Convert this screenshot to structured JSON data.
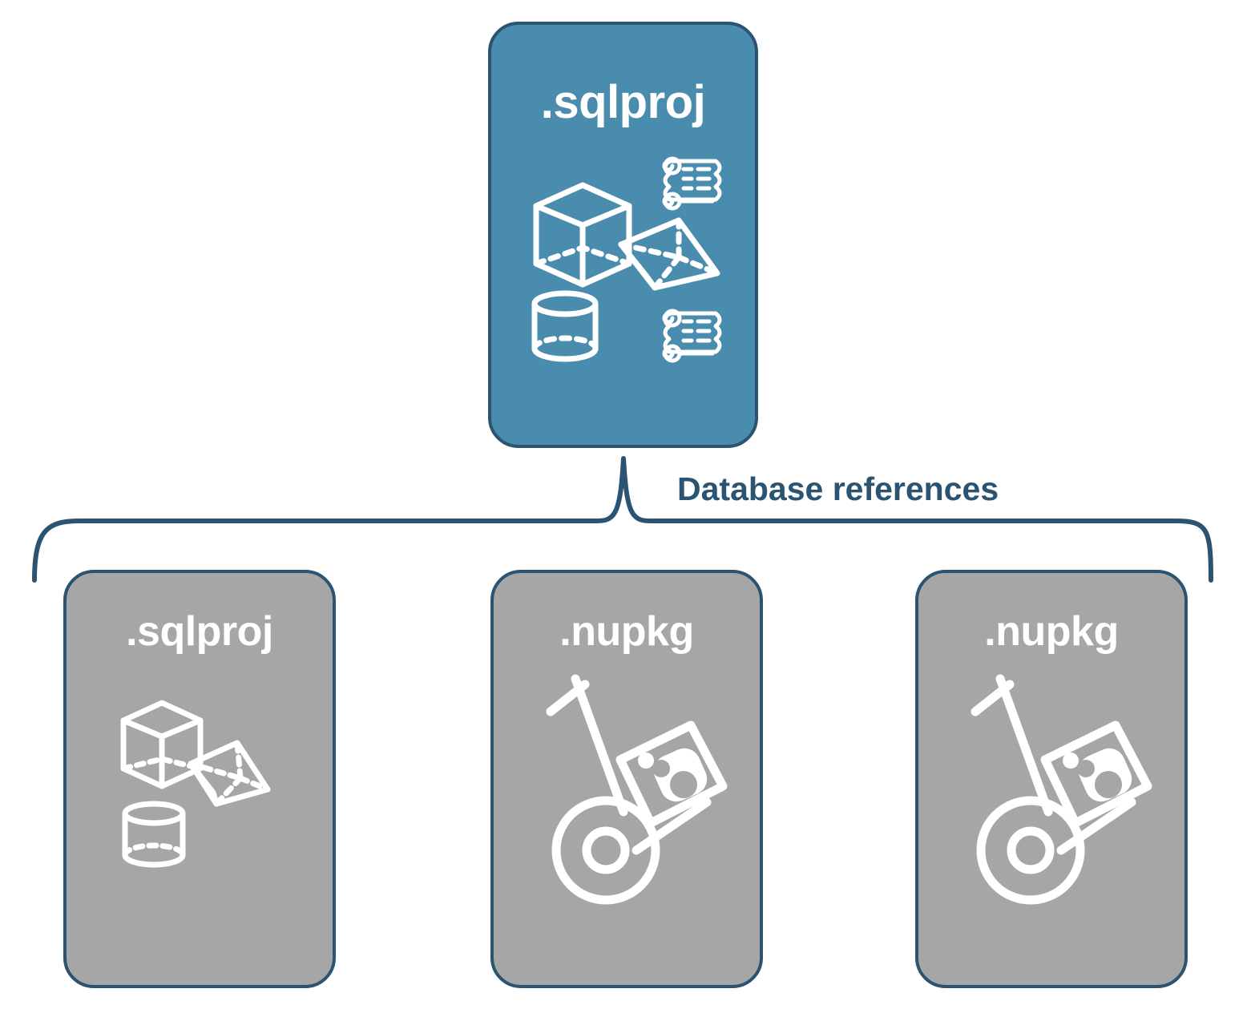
{
  "diagram": {
    "title_node": {
      "label": ".sqlproj",
      "fill": "#4a8cae",
      "stroke": "#2b5472",
      "icons": [
        "cube-wireframe-icon",
        "pyramid-wireframe-icon",
        "cylinder-wireframe-icon",
        "scroll-script-icon",
        "scroll-script-icon"
      ]
    },
    "connector": {
      "label": "Database references",
      "color": "#2b5472",
      "style": "curly-brace"
    },
    "reference_nodes": [
      {
        "label": ".sqlproj",
        "fill": "#a6a6a6",
        "stroke": "#2b5472",
        "icons": [
          "cube-wireframe-icon",
          "pyramid-wireframe-icon",
          "cylinder-wireframe-icon"
        ]
      },
      {
        "label": ".nupkg",
        "fill": "#a6a6a6",
        "stroke": "#2b5472",
        "icons": [
          "hand-truck-package-icon",
          "nuget-logo-icon"
        ]
      },
      {
        "label": ".nupkg",
        "fill": "#a6a6a6",
        "stroke": "#2b5472",
        "icons": [
          "hand-truck-package-icon",
          "nuget-logo-icon"
        ]
      }
    ]
  }
}
